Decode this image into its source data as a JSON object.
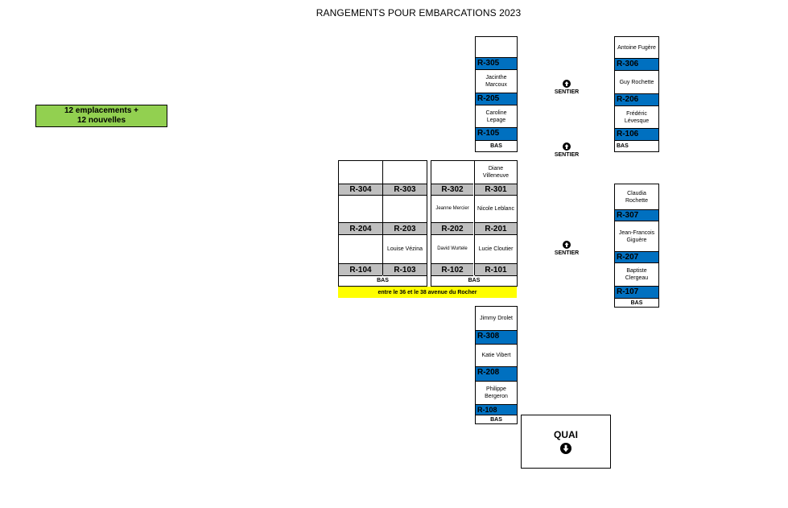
{
  "title": "RANGEMENTS POUR EMBARCATIONS 2023",
  "legend": {
    "line1": "12 emplacements +",
    "line2": "12 nouvelles"
  },
  "col_top_mid": {
    "r305": "R-305",
    "n205": "Jacinthe Marcoux",
    "r205": "R-205",
    "n105": "Caroline Lepage",
    "r105": "R-105",
    "bas": "BAS"
  },
  "col_top_right": {
    "n306": "Antoine Fugère",
    "r306": "R-306",
    "n206": "Guy Rochette",
    "r206": "R-206",
    "n106": "Frédéric Lévesque",
    "r106": "R-106",
    "bas": "BAS"
  },
  "sentier": {
    "label": "SENTIER"
  },
  "block_left": {
    "r304": "R-304",
    "r303": "R-303",
    "r204": "R-204",
    "r203": "R-203",
    "n103": "Louise Vézina",
    "r104": "R-104",
    "r103": "R-103",
    "bas": "BAS"
  },
  "block_right": {
    "n301": "Diane Villeneuve",
    "r302": "R-302",
    "r301": "R-301",
    "n202": "Jeanne Mercier",
    "n201": "Nicole Leblanc",
    "r202": "R-202",
    "r201": "R-201",
    "n102": "David Wurtele",
    "n101": "Lucie Cloutier",
    "r102": "R-102",
    "r101": "R-101",
    "bas": "BAS"
  },
  "address": "entre le 36 et le 38 avenue du Rocher",
  "col_mid_right": {
    "n307": "Claudia Rochette",
    "r307": "R-307",
    "n207": "Jean-Francois Giguère",
    "r207": "R-207",
    "n107": "Baptiste Clergeau",
    "r107": "R-107",
    "bas": "BAS"
  },
  "col_bottom": {
    "n308": "Jimmy Drolet",
    "r308": "R-308",
    "n208": "Katie Vibert",
    "r208": "R-208",
    "n108": "Philippe Bergeron",
    "r108": "R-108",
    "bas": "BAS"
  },
  "quai": {
    "label": "QUAI"
  },
  "colors": {
    "blue": "#0070c0",
    "grey": "#bfbfbf",
    "green": "#92d050",
    "yellow": "#ffff00"
  },
  "icons": {
    "path": "up-arrow-circle-icon",
    "quai": "down-arrow-circle-icon"
  }
}
